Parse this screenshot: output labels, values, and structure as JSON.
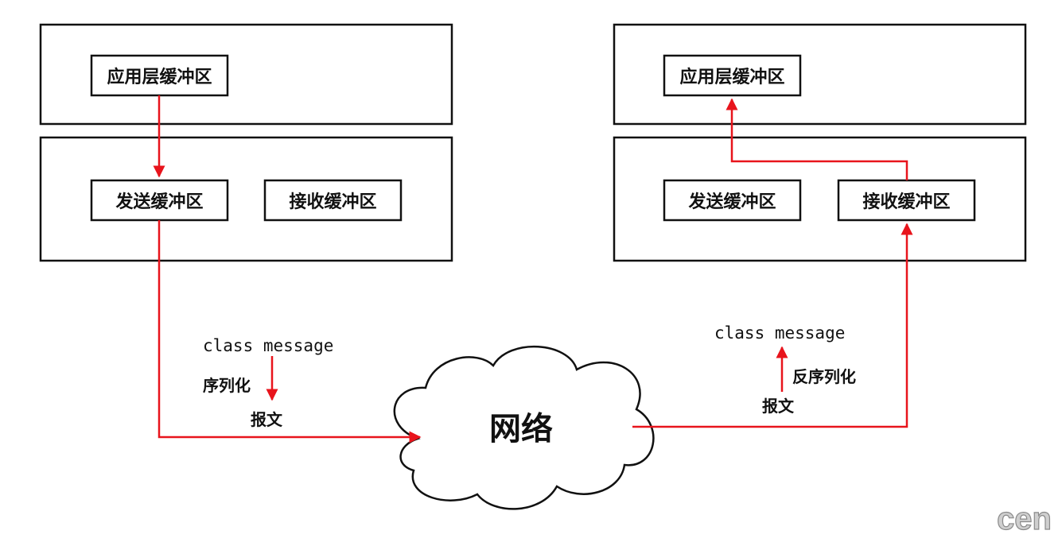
{
  "sender": {
    "app_layer_label": "应用层缓冲区",
    "send_buffer_label": "发送缓冲区",
    "recv_buffer_label": "接收缓冲区"
  },
  "receiver": {
    "app_layer_label": "应用层缓冲区",
    "send_buffer_label": "发送缓冲区",
    "recv_buffer_label": "接收缓冲区"
  },
  "network": {
    "label": "网络"
  },
  "serialize": {
    "object_label": "class message",
    "action_label": "序列化",
    "result_label": "报文"
  },
  "deserialize": {
    "object_label": "class message",
    "action_label": "反序列化",
    "source_label": "报文"
  },
  "watermark": "cen",
  "colors": {
    "flow": "#e8141c",
    "stroke": "#111111"
  }
}
